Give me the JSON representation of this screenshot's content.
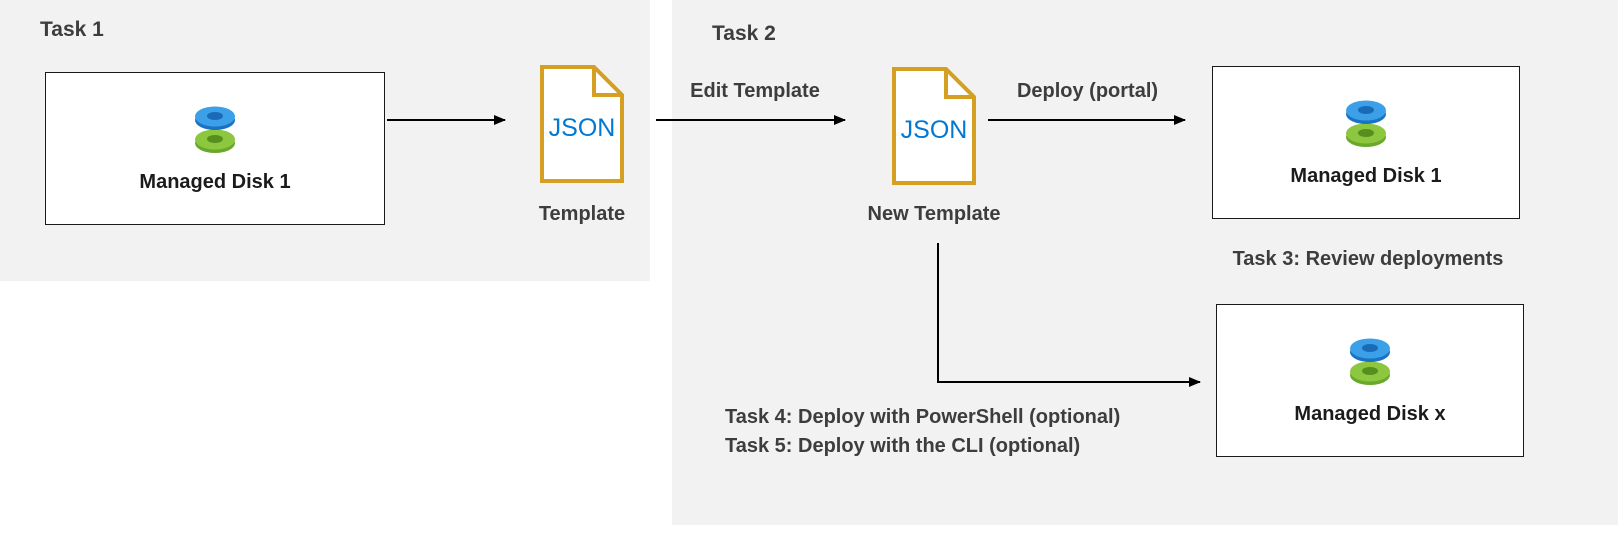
{
  "colors": {
    "panel_background": "#f2f2f2",
    "box_border": "#1a1a1a",
    "arrow": "#000000",
    "json_doc_border": "#d5a021",
    "json_doc_text": "#0078d4",
    "disk_blue": "#3ba0e8",
    "disk_blue_dark": "#1a6ab8",
    "disk_green": "#8dc63f",
    "disk_green_dark": "#558f1e",
    "label_text": "#3d3d3d"
  },
  "task1": {
    "label": "Task 1",
    "disk_box": {
      "label": "Managed Disk 1"
    },
    "json_doc": {
      "text": "JSON",
      "caption": "Template"
    }
  },
  "task2": {
    "label": "Task 2",
    "edit_arrow_label": "Edit Template",
    "json_doc": {
      "text": "JSON",
      "caption": "New Template"
    },
    "deploy_arrow_label": "Deploy (portal)",
    "portal_disk_box": {
      "label": "Managed Disk 1"
    },
    "task3_label": "Task 3: Review deployments",
    "cli_disk_box": {
      "label": "Managed Disk x"
    },
    "task4_label": "Task 4: Deploy with PowerShell (optional)",
    "task5_label": "Task 5: Deploy with the CLI (optional)"
  }
}
